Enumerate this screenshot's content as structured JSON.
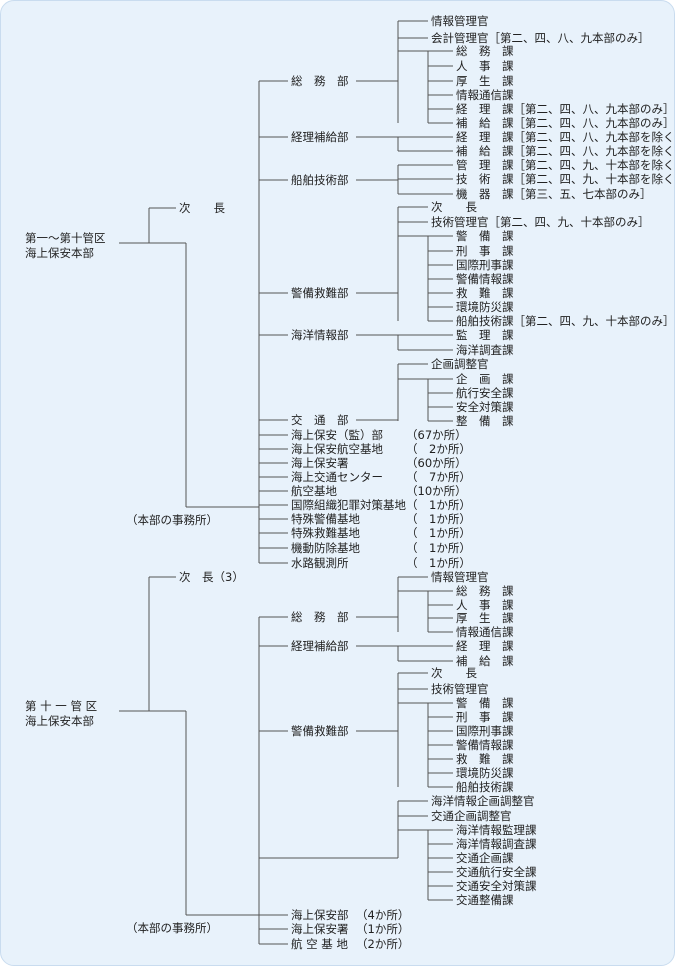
{
  "chart_data": {
    "type": "table",
    "sections": [
      {
        "root": [
          "第一～第十管区",
          "海上保安本部"
        ],
        "vice": "次　　長",
        "branch_note": "（本部の事務所）",
        "departments": [
          {
            "name": "総　務　部",
            "units": [
              "情報管理官",
              "会計管理官［第二、四、八、九本部のみ］"
            ],
            "divisions": [
              "総　務　課",
              "人　事　課",
              "厚　生　課",
              "情報通信課",
              "経　理　課［第二、四、八、九本部のみ］",
              "補　給　課［第二、四、八、九本部のみ］"
            ]
          },
          {
            "name": "経理補給部",
            "units": [],
            "divisions": [
              "経　理　課［第二、四、八、九本部を除く］",
              "補　給　課［第二、四、八、九本部を除く］"
            ]
          },
          {
            "name": "船舶技術部",
            "units": [],
            "divisions": [
              "管　理　課［第二、四、九、十本部を除く］",
              "技　術　課［第二、四、九、十本部を除く］",
              "機　器　課［第三、五、七本部のみ］"
            ]
          },
          {
            "name": "警備救難部",
            "units": [
              "次　　長",
              "技術管理官［第二、四、九、十本部のみ］"
            ],
            "divisions": [
              "警　備　課",
              "刑　事　課",
              "国際刑事課",
              "警備情報課",
              "救　難　課",
              "環境防災課",
              "船舶技術課［第二、四、九、十本部のみ］"
            ]
          },
          {
            "name": "海洋情報部",
            "units": [],
            "divisions": [
              "監　理　課",
              "海洋調査課"
            ]
          },
          {
            "name": "交　通　部",
            "units": [
              "企画調整官"
            ],
            "divisions": [
              "企　画　課",
              "航行安全課",
              "安全対策課",
              "整　備　課"
            ]
          }
        ],
        "offices": [
          {
            "name": "海上保安（監）部",
            "count": "（67か所）"
          },
          {
            "name": "海上保安航空基地",
            "count": "（　2か所）"
          },
          {
            "name": "海上保安署",
            "count": "（60か所）"
          },
          {
            "name": "海上交通センター",
            "count": "（　7か所）"
          },
          {
            "name": "航空基地",
            "count": "（10か所）"
          },
          {
            "name": "国際組織犯罪対策基地",
            "count": "（　1か所）"
          },
          {
            "name": "特殊警備基地",
            "count": "（　1か所）"
          },
          {
            "name": "特殊救難基地",
            "count": "（　1か所）"
          },
          {
            "name": "機動防除基地",
            "count": "（　1か所）"
          },
          {
            "name": "水路観測所",
            "count": "（　1か所）"
          }
        ]
      },
      {
        "root": [
          "第 十 一 管 区",
          "海上保安本部"
        ],
        "vice": "次　長（3）",
        "branch_note": "（本部の事務所）",
        "departments": [
          {
            "name": "総　務　部",
            "units": [
              "情報管理官"
            ],
            "divisions": [
              "総　務　課",
              "人　事　課",
              "厚　生　課",
              "情報通信課"
            ]
          },
          {
            "name": "経理補給部",
            "units": [],
            "divisions": [
              "経　理　課",
              "補　給　課"
            ]
          },
          {
            "name": "警備救難部",
            "units": [
              "次　　長",
              "技術管理官"
            ],
            "divisions": [
              "警　備　課",
              "刑　事　課",
              "国際刑事課",
              "警備情報課",
              "救　難　課",
              "環境防災課",
              "船舶技術課"
            ]
          }
        ],
        "extra_units": [
          "海洋情報企画調整官",
          "交通企画調整官"
        ],
        "extra_divisions": [
          "海洋情報監理課",
          "海洋情報調査課",
          "交通企画課",
          "交通航行安全課",
          "交通安全対策課",
          "交通整備課"
        ],
        "offices": [
          {
            "name": "海上保安部",
            "count": "（4か所）"
          },
          {
            "name": "海上保安署",
            "count": "（1か所）"
          },
          {
            "name": "航 空 基 地",
            "count": "（2か所）"
          }
        ]
      }
    ]
  }
}
